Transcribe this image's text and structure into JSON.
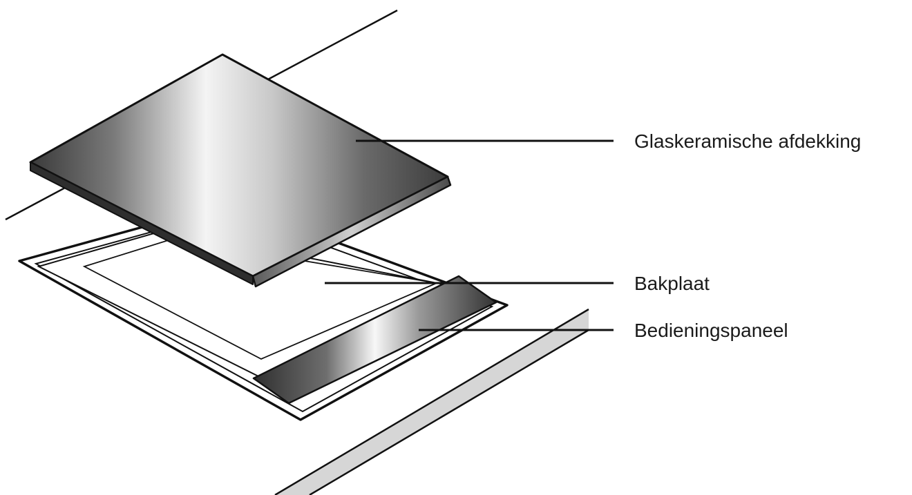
{
  "diagram": {
    "callouts": [
      {
        "id": "glass-cover",
        "label": "Glaskeramische afdekking"
      },
      {
        "id": "baking-tray",
        "label": "Bakplaat"
      },
      {
        "id": "control-panel",
        "label": "Bedieningspaneel"
      }
    ]
  },
  "colors": {
    "outline": "#111111",
    "metal_dark": "#3c3c3c",
    "metal_light": "#f6f6f6",
    "countertop_edge": "#d6d6d6",
    "label_text": "#1a1a1a"
  }
}
